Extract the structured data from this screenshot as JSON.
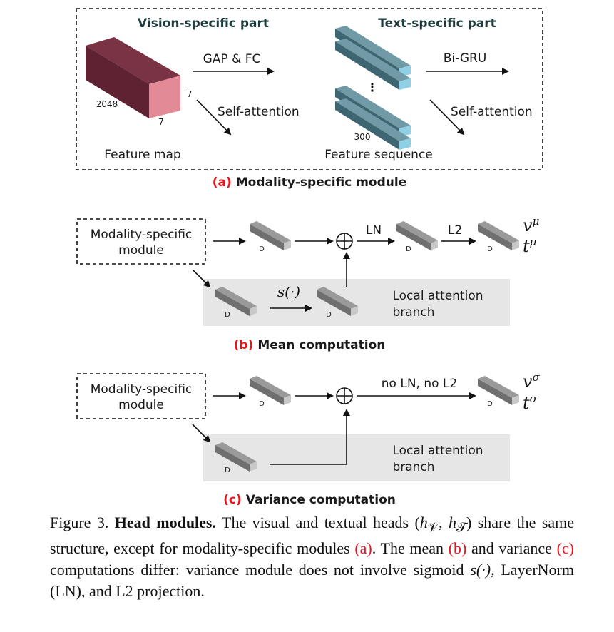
{
  "panel_a": {
    "vision_title": "Vision-specific part",
    "text_title": "Text-specific part",
    "gap_fc": "GAP & FC",
    "self_attention_vision": "Self-attention",
    "bi_gru": "Bi-GRU",
    "self_attention_text": "Self-attention",
    "dim_2048": "2048",
    "dim_7a": "7",
    "dim_7b": "7",
    "dim_300": "300",
    "ellipsis": "⋮",
    "feature_map": "Feature map",
    "feature_sequence": "Feature sequence",
    "caption_letter": "(a)",
    "caption_text": "Modality-specific module"
  },
  "panel_b": {
    "module_line1": "Modality-specific",
    "module_line2": "module",
    "d1": "D",
    "d2": "D",
    "d3": "D",
    "d4": "D",
    "d5": "D",
    "ln": "LN",
    "l2": "L2",
    "sigmoid": "s(·)",
    "local_line1": "Local attention",
    "local_line2": "branch",
    "out_v": "v",
    "out_v_sup": "μ",
    "out_t": "t",
    "out_t_sup": "μ",
    "caption_letter": "(b)",
    "caption_text": "Mean computation"
  },
  "panel_c": {
    "module_line1": "Modality-specific",
    "module_line2": "module",
    "d1": "D",
    "d2": "D",
    "d3": "D",
    "no_ln_l2": "no LN, no L2",
    "local_line1": "Local attention",
    "local_line2": "branch",
    "out_v": "v",
    "out_v_sup": "σ",
    "out_t": "t",
    "out_t_sup": "σ",
    "caption_letter": "(c)",
    "caption_text": "Variance computation"
  },
  "caption": {
    "fig_label": "Figure 3.",
    "bold_title": "Head modules.",
    "part1": "The visual and textual heads (",
    "hv": "h",
    "hv_sub": "𝒱",
    "comma": ", ",
    "ht": "h",
    "ht_sub": "𝒯",
    "part2": ") share the same structure, except for modality-specific modules ",
    "ref_a": "(a)",
    "part3": ". The mean ",
    "ref_b": "(b)",
    "part4": " and variance ",
    "ref_c": "(c)",
    "part5": " computations differ: variance module does not involve sigmoid ",
    "s_func": "s(·)",
    "part6": ", LayerNorm (LN), and L2 projection."
  },
  "colors": {
    "vision_block_dark": "#6b2a3a",
    "vision_block_face": "#e38a97",
    "text_block_top": "#5e8a96",
    "text_block_side": "#3d6672",
    "text_block_end": "#8fd0e4",
    "d_block_top": "#9a9a9a",
    "d_block_side": "#6f6f6f",
    "d_block_end": "#c8c8c8",
    "branch_bg": "#e6e6e6",
    "accent_red": "#e8141b"
  }
}
